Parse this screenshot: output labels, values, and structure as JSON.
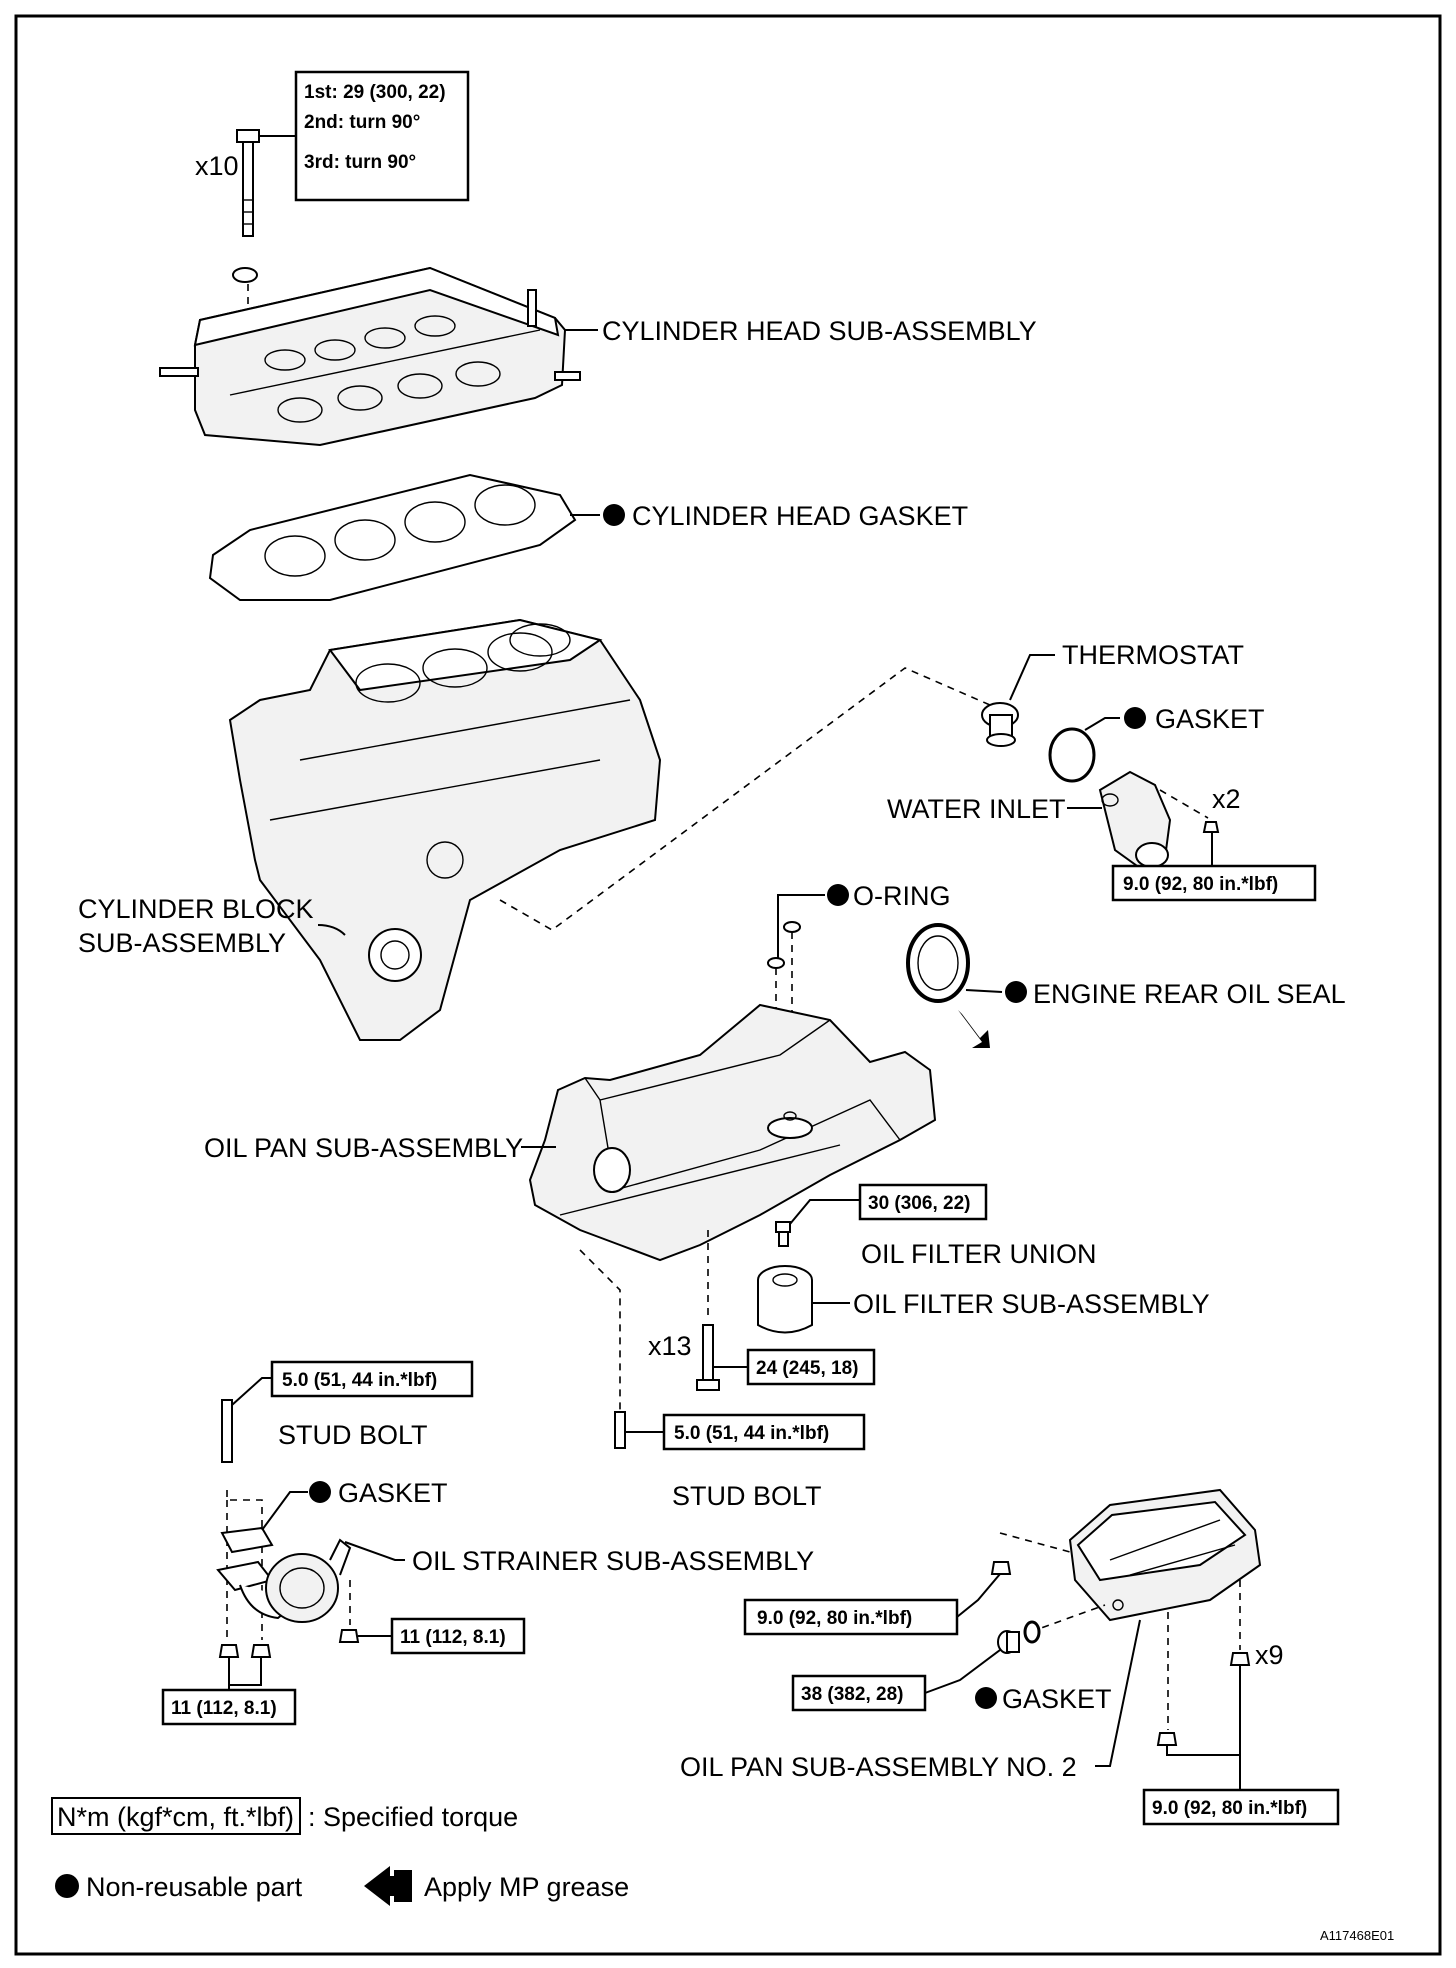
{
  "head_bolt": {
    "qty": "x10",
    "steps": [
      "1st: 29 (300, 22)",
      "2nd: turn 90°",
      "3rd: turn 90°"
    ]
  },
  "labels": {
    "cylinder_head": "CYLINDER HEAD SUB-ASSEMBLY",
    "cylinder_head_gasket": "CYLINDER HEAD GASKET",
    "thermostat": "THERMOSTAT",
    "thermostat_gasket": "GASKET",
    "water_inlet": "WATER INLET",
    "water_inlet_qty": "x2",
    "cylinder_block_line1": "CYLINDER BLOCK",
    "cylinder_block_line2": "SUB-ASSEMBLY",
    "o_ring": "O-RING",
    "rear_oil_seal": "ENGINE REAR OIL SEAL",
    "oil_pan": "OIL PAN SUB-ASSEMBLY",
    "oil_filter_union": "OIL FILTER UNION",
    "oil_filter": "OIL FILTER SUB-ASSEMBLY",
    "oil_pan_bolt_qty": "x13",
    "stud_bolt_left": "STUD BOLT",
    "stud_bolt_center": "STUD BOLT",
    "strainer_gasket": "GASKET",
    "oil_strainer": "OIL STRAINER SUB-ASSEMBLY",
    "drain_gasket": "GASKET",
    "oil_pan_no2": "OIL PAN SUB-ASSEMBLY NO. 2",
    "oil_pan_no2_qty": "x9"
  },
  "torques": {
    "water_inlet": "9.0 (92, 80 in.*lbf)",
    "oil_filter_union": "30 (306, 22)",
    "oil_pan_bolt": "24 (245, 18)",
    "stud_bolt_center": "5.0 (51, 44 in.*lbf)",
    "stud_bolt_left": "5.0 (51, 44 in.*lbf)",
    "strainer_bracket": "11 (112, 8.1)",
    "strainer_nuts": "11 (112, 8.1)",
    "pan_no2_left": "9.0 (92, 80 in.*lbf)",
    "drain_plug": "38 (382, 28)",
    "pan_no2_right": "9.0 (92, 80 in.*lbf)"
  },
  "legend": {
    "torque_unit": "N*m (kgf*cm, ft.*lbf)",
    "torque_desc": ": Specified torque",
    "non_reusable": "Non-reusable part",
    "mp_grease": "Apply MP grease"
  },
  "figure_code": "A117468E01"
}
